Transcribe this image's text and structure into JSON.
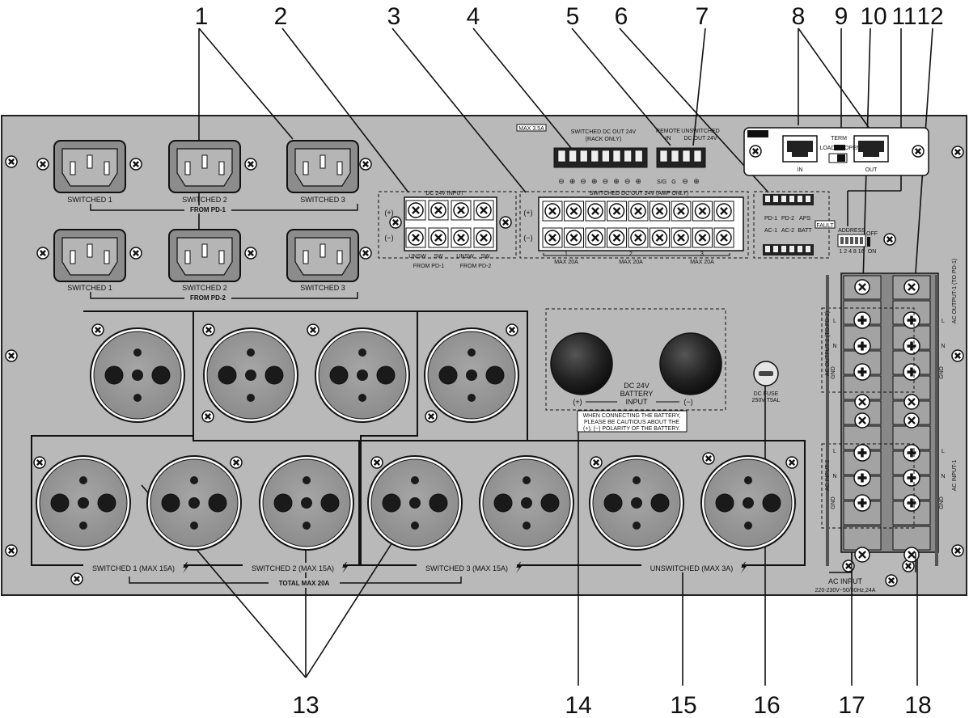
{
  "callouts": [
    "1",
    "2",
    "3",
    "4",
    "5",
    "6",
    "7",
    "8",
    "9",
    "10",
    "11",
    "12",
    "13",
    "14",
    "15",
    "16",
    "17",
    "18"
  ],
  "iec": {
    "top": [
      "SWITCHED 1",
      "SWITCHED 2",
      "SWITCHED 3"
    ],
    "top_group": "FROM PD-1",
    "bottom": [
      "SWITCHED 1",
      "SWITCHED 2",
      "SWITCHED 3"
    ],
    "bottom_group": "FROM PD-2"
  },
  "dc_input": {
    "title": "DC 24V INPUT",
    "plus": "(+)",
    "minus": "(−)",
    "unsw": "UNSW",
    "sw": "SW",
    "from1": "FROM PD-1",
    "from2": "FROM PD-2"
  },
  "dc_out": {
    "title": "SWITCHED DC OUT 24V (AMP ONLY)",
    "groups": [
      "1",
      "2",
      "3"
    ],
    "max": "MAX 20A"
  },
  "rack_out": {
    "max": "MAX 3.5A",
    "title": "SWITCHED DC OUT 24V",
    "sub": "(RACK ONLY)",
    "pins": [
      "⊖",
      "⊕",
      "⊖",
      "⊕",
      "⊖",
      "⊕",
      "⊖",
      "⊕"
    ]
  },
  "remote": {
    "title": "REMOTE",
    "sub": "IN",
    "pins": [
      "S/G",
      "G"
    ]
  },
  "unsw_out": {
    "title": "UNSWITCHED",
    "sub": "DC OUT 24V",
    "pins": [
      "⊖",
      "⊕"
    ]
  },
  "link": {
    "title": "LINK",
    "in": "IN",
    "out": "OUT",
    "term": "TERM",
    "load": "LOAD",
    "open": "OPEN"
  },
  "status": {
    "top": [
      "PD-1",
      "PD-2",
      "APS"
    ],
    "bottom": [
      "AC-1",
      "AC-2",
      "BATT"
    ],
    "fault": "FAULT"
  },
  "address": {
    "title": "ADDRESS",
    "nums": "1 2 4 8 16",
    "off": "OFF",
    "on": "ON"
  },
  "schuko_groups": [
    "SWITCHED 1 (MAX 15A)",
    "SWITCHED 2 (MAX 15A)",
    "SWITCHED 3 (MAX 15A)",
    "UNSWITCHED (MAX 3A)"
  ],
  "total": "TOTAL MAX 20A",
  "battery": {
    "title": "DC 24V",
    "line2": "BATTERY",
    "line3": "INPUT",
    "plus": "(+)",
    "minus": "(−)",
    "warn1": "WHEN CONNECTING THE BATTERY,",
    "warn2": "PLEASE BE CAUTIOUS ABOUT THE",
    "warn3": "(+), (−) POLARITY OF THE BATTERY."
  },
  "fuse": {
    "title": "DC FUSE",
    "rating": "250V T5AL"
  },
  "terminals": {
    "out2": "AC OUTPUT-2 (TO PD-2)",
    "out1": "AC OUTPUT-1 (TO PD-1)",
    "in2": "AC INPUT-2",
    "in1": "AC INPUT-1",
    "l": "L",
    "n": "N",
    "gnd": "GND",
    "ac_input": "AC INPUT",
    "ac_rating": "220-230V~50/60Hz,24A"
  }
}
